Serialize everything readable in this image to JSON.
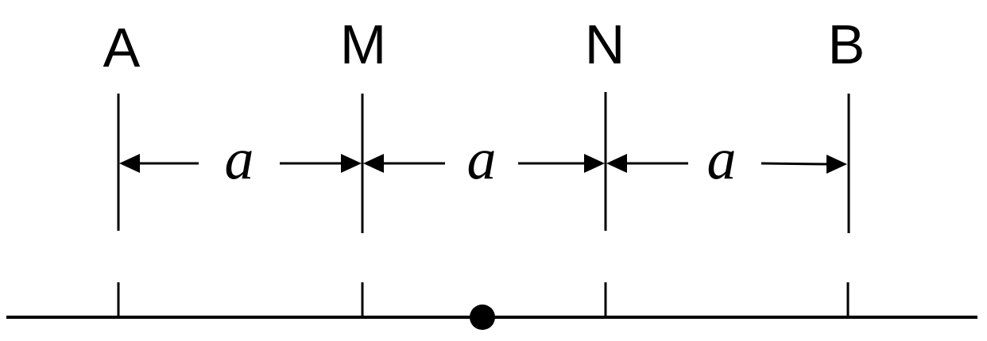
{
  "points": [
    {
      "id": "A",
      "label": "A"
    },
    {
      "id": "M",
      "label": "M"
    },
    {
      "id": "N",
      "label": "N"
    },
    {
      "id": "B",
      "label": "B"
    }
  ],
  "segments": [
    {
      "from": "A",
      "to": "M",
      "label": "a"
    },
    {
      "from": "M",
      "to": "N",
      "label": "a"
    },
    {
      "from": "N",
      "to": "B",
      "label": "a"
    }
  ],
  "colors": {
    "stroke": "#000000",
    "background": "#ffffff"
  }
}
